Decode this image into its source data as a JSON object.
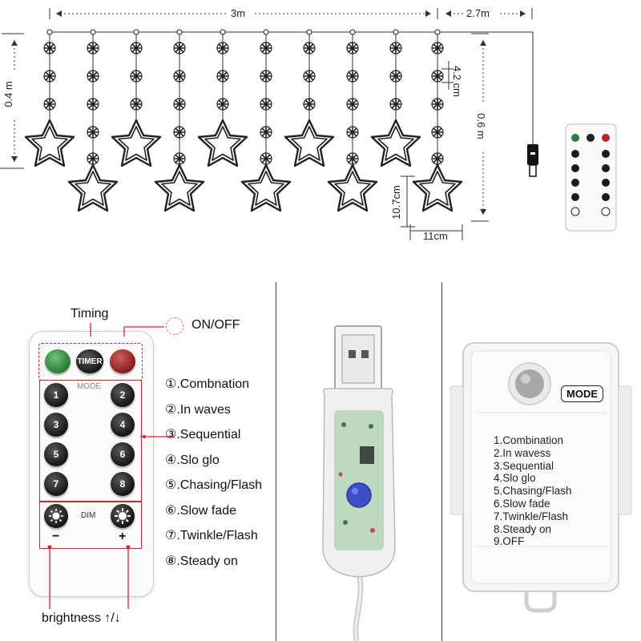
{
  "dimensions": {
    "width": "3m",
    "extra_length": "2.7m",
    "left_height": "0.4 m",
    "right_height": "0.6 m",
    "ball_gap": "4.2 cm",
    "star_height": "10.7cm",
    "star_width": "11cm"
  },
  "remote": {
    "timing_label": "Timing",
    "onoff_label": "ON/OFF",
    "timer_btn": "TIMER",
    "mode_label": "MODE",
    "dim_label": "DIM",
    "minus_label": "−",
    "plus_label": "+",
    "buttons": [
      "1",
      "2",
      "3",
      "4",
      "5",
      "6",
      "7",
      "8"
    ],
    "brightness_label": "brightness ↑/↓"
  },
  "modes": [
    "①.Combnation",
    "②.In waves",
    "③.Sequential",
    "④.Slo glo",
    "⑤.Chasing/Flash",
    "⑥.Slow fade",
    "⑦.Twinkle/Flash",
    "⑧.Steady on"
  ],
  "battery_box": {
    "mode_button": "MODE",
    "modes": [
      "1.Combination",
      "2.In wavess",
      "3.Sequential",
      "4.Slo glo",
      "5.Chasing/Flash",
      "6.Slow fade",
      "7.Twinkle/Flash",
      "8.Steady on",
      "9.OFF"
    ]
  },
  "colors": {
    "accent_red": "#e0202a",
    "green_btn": "#2d7a3a",
    "red_btn": "#8a1b1b",
    "usb_blue": "#3b4fc8"
  },
  "icons": [
    "star-ornament-icon",
    "snowflake-icon",
    "usb-plug-icon",
    "remote-control-icon",
    "sun-dim-icon"
  ]
}
